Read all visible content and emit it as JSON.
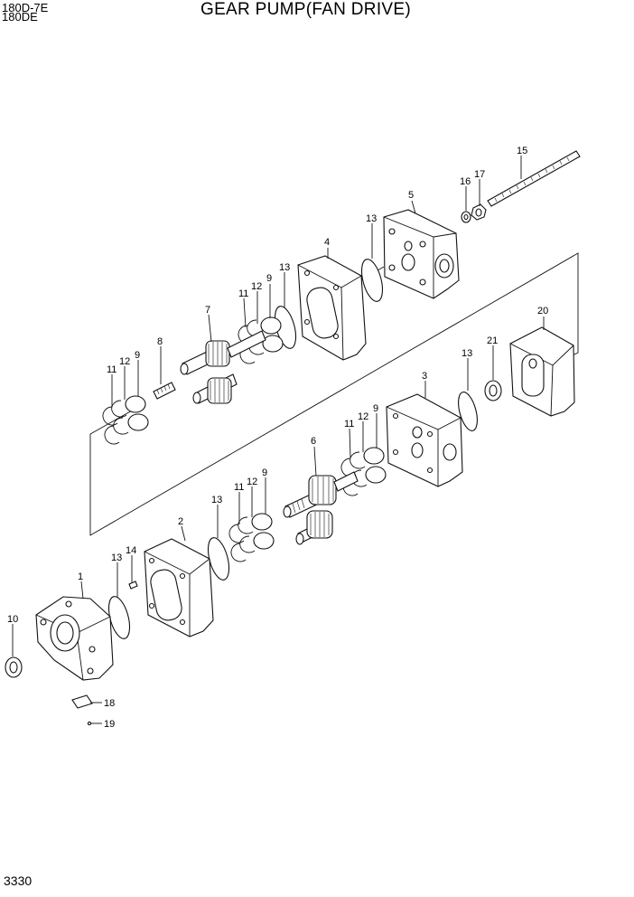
{
  "header": {
    "model_lines": [
      "180D-7E",
      "180DE"
    ],
    "title": "GEAR PUMP(FAN DRIVE)"
  },
  "footer": {
    "page_number": "3330"
  },
  "callouts": {
    "c1": "1",
    "c2": "2",
    "c3": "3",
    "c4": "4",
    "c5": "5",
    "c6": "6",
    "c7": "7",
    "c8": "8",
    "c9": "9",
    "c10": "10",
    "c11": "11",
    "c12": "12",
    "c13": "13",
    "c14": "14",
    "c15": "15",
    "c16": "16",
    "c17": "17",
    "c18": "18",
    "c19": "19",
    "c20": "20",
    "c21": "21"
  }
}
